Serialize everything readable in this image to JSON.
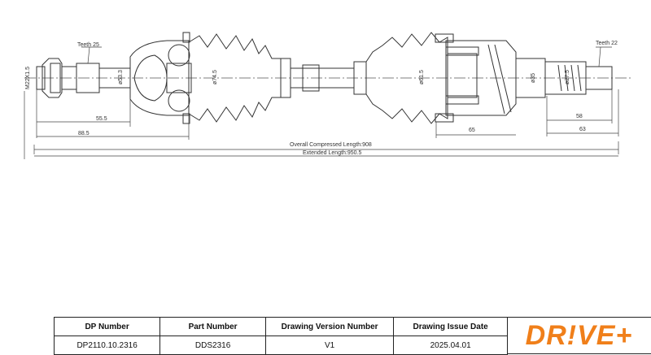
{
  "drawing": {
    "teeth_left": "Teeth 25",
    "teeth_right": "Teeth 22",
    "thread": "M22X1.5",
    "dia_53_3": "ø53.3",
    "dia_74_5": "ø74.5",
    "dia_61_5": "ø61.5",
    "dia_35": "ø35",
    "dia_27_5": "ø27.5",
    "dim_55_5": "55.5",
    "dim_88_5": "88.5",
    "dim_65": "65",
    "dim_58": "58",
    "dim_63": "63",
    "overall_length": "Overall  Compressed  Length:908",
    "extended_length": "Extended  Length:950.5"
  },
  "title_block": {
    "headers": [
      "DP Number",
      "Part Number",
      "Drawing Version Number",
      "Drawing Issue Date"
    ],
    "values": [
      "DP2110.10.2316",
      "DDS2316",
      "V1",
      "2025.04.01"
    ],
    "logo_text": "DR!VE+",
    "logo_color": "#f07f1a"
  }
}
